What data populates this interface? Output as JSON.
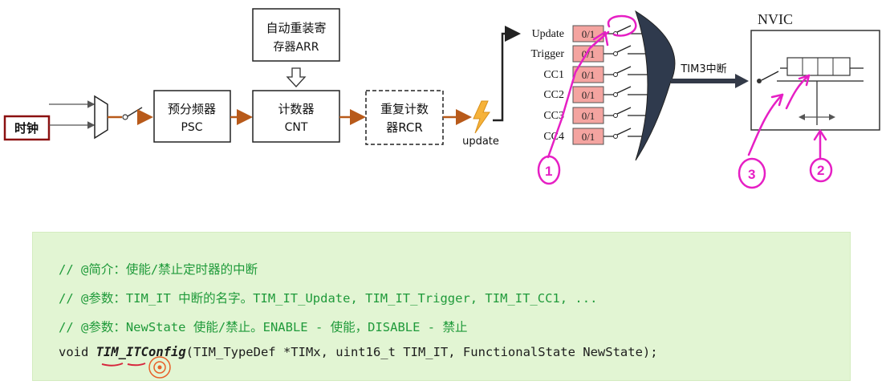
{
  "diagram": {
    "clock_label": "时钟",
    "prescaler": [
      "预分频器",
      "PSC"
    ],
    "reload": [
      "自动重装寄",
      "存器ARR"
    ],
    "counter": [
      "计数器",
      "CNT"
    ],
    "repeat_counter": [
      "重复计数",
      "器RCR"
    ],
    "update_label": "update",
    "interrupt_sources": [
      {
        "label": "Update",
        "value": "0/1"
      },
      {
        "label": "Trigger",
        "value": "0/1"
      },
      {
        "label": "CC1",
        "value": "0/1"
      },
      {
        "label": "CC2",
        "value": "0/1"
      },
      {
        "label": "CC3",
        "value": "0/1"
      },
      {
        "label": "CC4",
        "value": "0/1"
      }
    ],
    "tim_interrupt_label": "TIM3中断",
    "nvic_label": "NVIC",
    "annotations": [
      "1",
      "2",
      "3"
    ]
  },
  "code": {
    "comment1": "// @简介：使能/禁止定时器的中断",
    "comment2": "// @参数：TIM_IT 中断的名字。TIM_IT_Update, TIM_IT_Trigger, TIM_IT_CC1, ...",
    "comment3": "// @参数：NewState 使能/禁止。ENABLE - 使能，DISABLE - 禁止",
    "sig_prefix": "void ",
    "sig_function": "TIM_ITConfig",
    "sig_params": "(TIM_TypeDef *TIMx, uint16_t TIM_IT, FunctionalState NewState);"
  },
  "colors": {
    "arrow_orange": "#b85a1a",
    "flag_fill": "#f4a4a0",
    "annotation_magenta": "#e61fc4",
    "clock_border": "#8b1010",
    "code_bg": "#e2f5d3",
    "comment_green": "#1f9a3a"
  }
}
